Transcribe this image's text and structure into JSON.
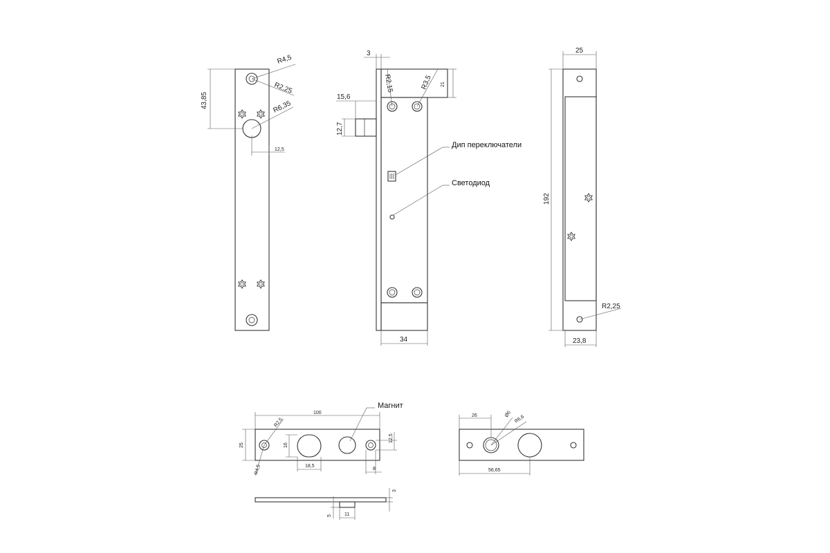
{
  "colors": {
    "line": "#333333",
    "background": "#ffffff"
  },
  "view_left": {
    "r_small": "R4,5",
    "r_inner": "R2,25",
    "r_big": "R6,35",
    "height": "43,85",
    "offset": "12,5"
  },
  "view_middle": {
    "top_offset": "3",
    "r_left": "R2,15",
    "r_right": "R3,5",
    "top_height": "21",
    "pin_length": "15,6",
    "pin_height": "12,7",
    "width": "34",
    "dip_label": "Дип переключатели",
    "led_label": "Светодиод"
  },
  "view_right": {
    "width_top": "25",
    "height": "192",
    "r_hole": "R2,25",
    "width_bottom": "23,8"
  },
  "view_strike": {
    "length": "100",
    "height": "25",
    "r_top": "R2,5",
    "r_bottom": "R4,5",
    "slot_height": "16",
    "slot_width": "18,5",
    "magnet_label": "Магнит",
    "hole_height": "12,5",
    "hole_offset": "8"
  },
  "view_strike_side": {
    "thickness": "3",
    "pin_height": "5",
    "pin_width": "11"
  },
  "view_plate": {
    "offset": "26",
    "d_label": "Ø6",
    "r_label": "R6,6",
    "distance": "56,65"
  }
}
